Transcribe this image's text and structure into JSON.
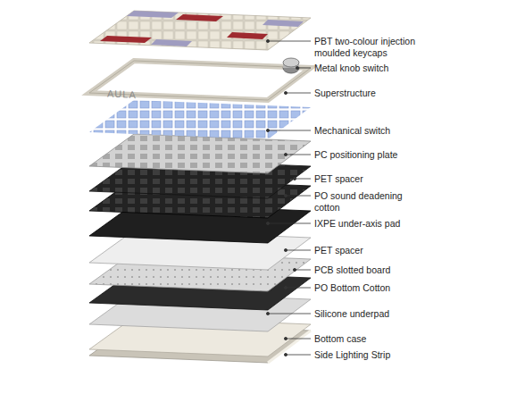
{
  "diagram": {
    "labels": [
      "PBT two-colour injection moulded keycaps",
      "Metal knob switch",
      "Superstructure",
      "Mechanical switch",
      "PC positioning plate",
      "PET spacer",
      "PO sound deadening cotton",
      "IXPE under-axis pad",
      "PET spacer",
      "PCB slotted board",
      "PO Bottom Cotton",
      "Silicone underpad",
      "Bottom case",
      "Side Lighting Strip",
      "AULA"
    ]
  }
}
